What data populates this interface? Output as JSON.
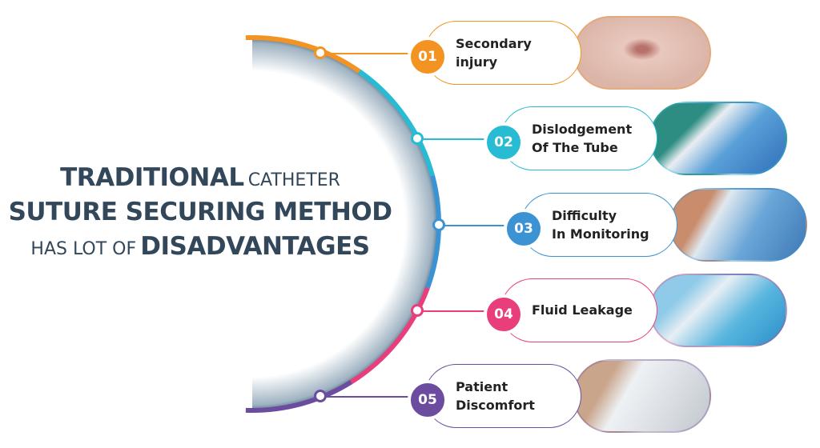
{
  "title": {
    "w1": "TRADITIONAL",
    "w2": "CATHETER",
    "line2": "SUTURE SECURING METHOD",
    "w3": "HAS LOT OF",
    "w4": "DISADVANTAGES"
  },
  "items": [
    {
      "num": "01",
      "label": "Secondary\ninjury",
      "color": "#f39422"
    },
    {
      "num": "02",
      "label": "Dislodgement\nOf The Tube",
      "color": "#27bcd4"
    },
    {
      "num": "03",
      "label": "Difficulty\nIn Monitoring",
      "color": "#3b93d3"
    },
    {
      "num": "04",
      "label": "Fluid Leakage",
      "color": "#e83e7b"
    },
    {
      "num": "05",
      "label": "Patient\nDiscomfort",
      "color": "#6b4c9e"
    }
  ]
}
